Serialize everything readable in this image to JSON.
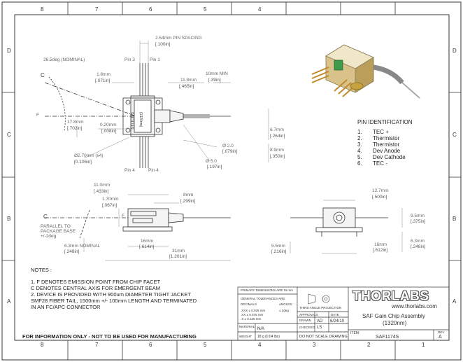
{
  "zones": {
    "top": [
      "8",
      "7",
      "6",
      "5",
      "4"
    ],
    "bottom": [
      "8",
      "7",
      "6",
      "5",
      "4",
      "3",
      "2",
      "1"
    ],
    "left": [
      "D",
      "C",
      "B",
      "A"
    ],
    "right": [
      "D",
      "C",
      "B",
      "A"
    ]
  },
  "top_view": {
    "pin_spacing": "2.54mm PIN SPACING",
    "pin_spacing_in": "[.100in]",
    "angle": "26.5deg (NOMINAL)",
    "label_c": "C",
    "label_f": "F",
    "pin3": "Pin 3",
    "pin1": "Pin 1",
    "pin4a": "Pin 4",
    "pin4b": "Pin 4",
    "d_1_8": "1.8mm",
    "d_1_8_in": "[.071in]",
    "d_11_8": "11.8mm",
    "d_11_8_in": "[.465in]",
    "d_10": "10mm MIN",
    "d_10_in": "[.39in]",
    "d_17_8": "17.8mm",
    "d_17_8_in": "[.702in]",
    "d_0_20": "0.20mm",
    "d_0_20_in": "[.008in]",
    "d_6_7": "6.7mm",
    "d_6_7_in": "[.264in]",
    "d_8_9": "8.9mm",
    "d_8_9_in": "[.350in]",
    "d_2_0": "Ø 2.0",
    "d_2_0_in": "[.079in]",
    "d_5_0": "Ø 5.0",
    "d_5_0_in": "[.197in]",
    "d_2_70": "Ø2.70mm (x4)",
    "d_2_70_in": "[0.106in]",
    "chip_text1": "SAF1174S",
    "chip_text2": "(1320nm)"
  },
  "pin_identification": {
    "title": "PIN IDENTIFICATION",
    "pins": [
      {
        "num": "1.",
        "name": "TEC +"
      },
      {
        "num": "2.",
        "name": "Thermistor"
      },
      {
        "num": "3.",
        "name": "Thermistor"
      },
      {
        "num": "4.",
        "name": "Dev Anode"
      },
      {
        "num": "5.",
        "name": "Dev Cathode"
      },
      {
        "num": "6.",
        "name": "TEC -"
      }
    ]
  },
  "side_view": {
    "d_11_0": "11.0mm",
    "d_11_0_in": "[.433in]",
    "d_8": "8mm",
    "d_8_in": "[.299in]",
    "d_1_70": "1.70mm",
    "d_1_70_in": "[.067in]",
    "label_c": "C",
    "label_f": "F",
    "parallel1": "PARALLEL TO",
    "parallel2": "PACKAGE BASE",
    "parallel3": "+/-2deg",
    "d_16": "16mm",
    "d_16_in": "[.614in]",
    "d_6_3": "6.3mm  NOMINAL",
    "d_6_3_in": "[.248in]",
    "d_31": "31mm",
    "d_31_in": "[1.201in]"
  },
  "front_view": {
    "d_12_7": "12.7mm",
    "d_12_7_in": "[.500in]",
    "d_9_5": "9.5mm",
    "d_9_5_in": "[.375in]",
    "d_6_3": "6.3mm",
    "d_6_3_in": "[.248in]",
    "d_5_5": "5.5mm",
    "d_5_5_in": "[.216in]",
    "d_16": "16mm",
    "d_16_in": "[.612in]"
  },
  "notes": {
    "title": "NOTES :",
    "lines": [
      "1.   F DENOTES EMISSION POINT FROM CHIP FACET",
      "       C DENOTES CENTRAL AXIS FOR EMERGENT BEAM",
      "2.   DEVICE IS PROVIDED WITH 900um DIAMETER TIGHT JACKET",
      "       SMF28 FIBER TAIL, 1500mm +/- 100mm LENGTH AND TERMINATED",
      "       IN AN FC/APC CONNECTOR"
    ]
  },
  "footer": "FOR INFORMATION ONLY - NOT TO BE USED FOR MANUFACTURING",
  "title_block": {
    "primary_dims": "PRIMARY DIMENSIONS ARE IN mm",
    "gen_tol": "GENERAL TOLERANCES  ARE:",
    "decimals": "DECIMALS",
    "angles": "ANGLES:",
    "tol1": ".XXX  ± 0.025 mm",
    "tol2": ".XX    ± 0.075 mm",
    "tol3": ".X      ± 0.125 mm",
    "angle_tol": "± 2deg",
    "projection": "THIRD ANGLE PROJECTION",
    "approvals": "APPROVALS",
    "date_hdr": "DATE",
    "drawn": "DRAWN",
    "drawn_by": "AD",
    "drawn_date": "6/24/10",
    "checked": "CHECKED",
    "checked_by": "LS",
    "material": "MATERIAL",
    "material_val": "N/A",
    "weight": "WEIGHT",
    "weight_val": "18 g  (0.04 lbs)",
    "do_not_scale": "DO  NOT  SCALE  DRAWING",
    "brand": "THORLABS",
    "url": "www.thorlabs.com",
    "title1": "SAF Gain Chip Assembly",
    "title2": "(1320nm)",
    "item_hdr": "ITEM:",
    "item": "SAF1174S",
    "rev_hdr": "REV",
    "rev": "A"
  }
}
